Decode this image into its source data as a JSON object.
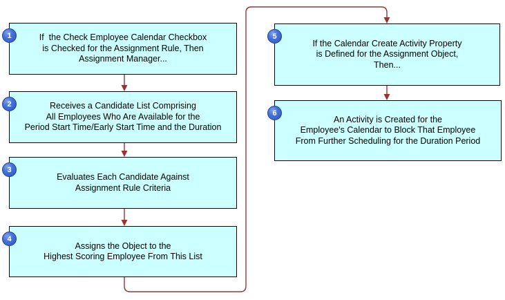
{
  "diagram": {
    "type": "flowchart",
    "colors": {
      "background": "#FFFFFF",
      "box_fill": "#CCFFFF",
      "box_border": "#000000",
      "arrow": "#993333",
      "badge_fill": "#3B68D1",
      "badge_border": "#1E3F9E",
      "badge_text": "#FFFFFF",
      "text": "#000000"
    },
    "steps": [
      {
        "number": "1",
        "lines": [
          "If  the Check Employee Calendar Checkbox",
          "is Checked for the Assignment Rule, Then",
          "Assignment Manager..."
        ]
      },
      {
        "number": "2",
        "lines": [
          "Receives a Candidate List Comprising",
          "All Employees Who Are Available for the",
          "Period Start Time/Early Start Time and the Duration"
        ]
      },
      {
        "number": "3",
        "lines": [
          "Evaluates Each Candidate Against",
          "Assignment Rule Criteria"
        ]
      },
      {
        "number": "4",
        "lines": [
          "Assigns the Object to the",
          "Highest Scoring Employee From This List"
        ]
      },
      {
        "number": "5",
        "lines": [
          "If the Calendar Create Activity Property",
          "is Defined for the Assignment Object,",
          "Then..."
        ]
      },
      {
        "number": "6",
        "lines": [
          "An Activity is Created for the",
          "Employee's Calendar to Block That Employee",
          "From Further Scheduling for the Duration Period"
        ]
      }
    ],
    "connections": [
      "1->2",
      "2->3",
      "3->4",
      "4->5",
      "5->6"
    ]
  }
}
